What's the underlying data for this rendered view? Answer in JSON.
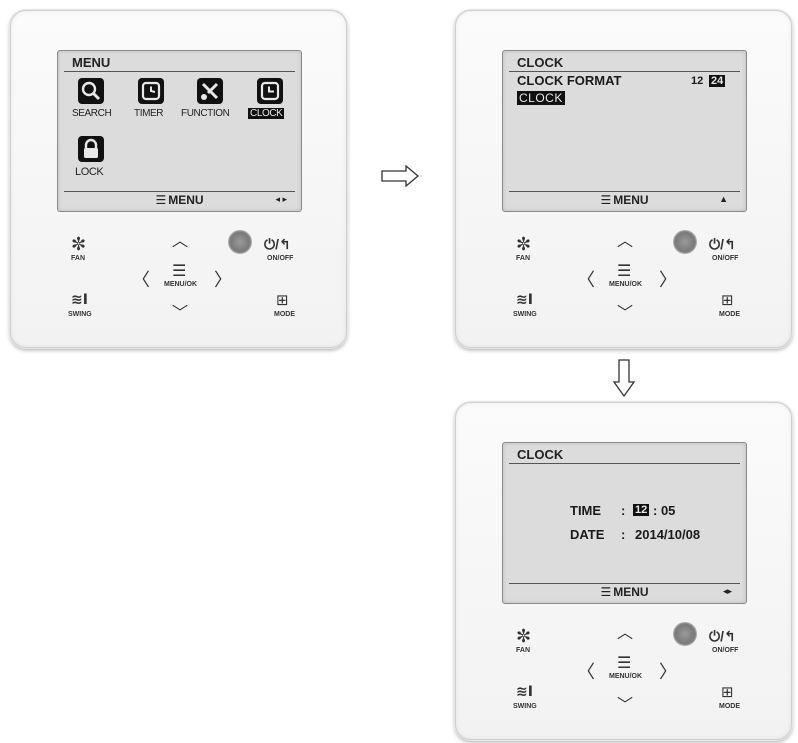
{
  "panels": {
    "menu": {
      "title": "MENU",
      "items": [
        "SEARCH",
        "TIMER",
        "FUNCTION",
        "CLOCK",
        "LOCK"
      ],
      "footer": "MENU",
      "footer_right": "◂ ▸"
    },
    "clock_format": {
      "title": "CLOCK",
      "row_label": "CLOCK FORMAT",
      "opt_12": "12",
      "opt_24": "24",
      "highlighted_item": "CLOCK",
      "footer": "MENU",
      "footer_right": "▲"
    },
    "clock_set": {
      "title": "CLOCK",
      "time_label": "TIME",
      "sep": ":",
      "time_hour": "12",
      "time_minute": ": 05",
      "date_label": "DATE",
      "date_value": "2014/10/08",
      "footer": "MENU",
      "footer_right": "◂▸"
    }
  },
  "buttons": {
    "fan": "FAN",
    "onoff": "ON/OFF",
    "menuok": "MENU/OK",
    "swing": "SWING",
    "mode": "MODE"
  },
  "icons": {
    "fan": "fan-icon",
    "power": "power-icon",
    "swing": "swing-icon",
    "mode": "mode-icon",
    "up": "chevron-up-icon",
    "down": "chevron-down-icon",
    "left": "chevron-left-icon",
    "right": "chevron-right-icon",
    "menu": "hamburger-icon",
    "sensor": "sensor-icon"
  }
}
